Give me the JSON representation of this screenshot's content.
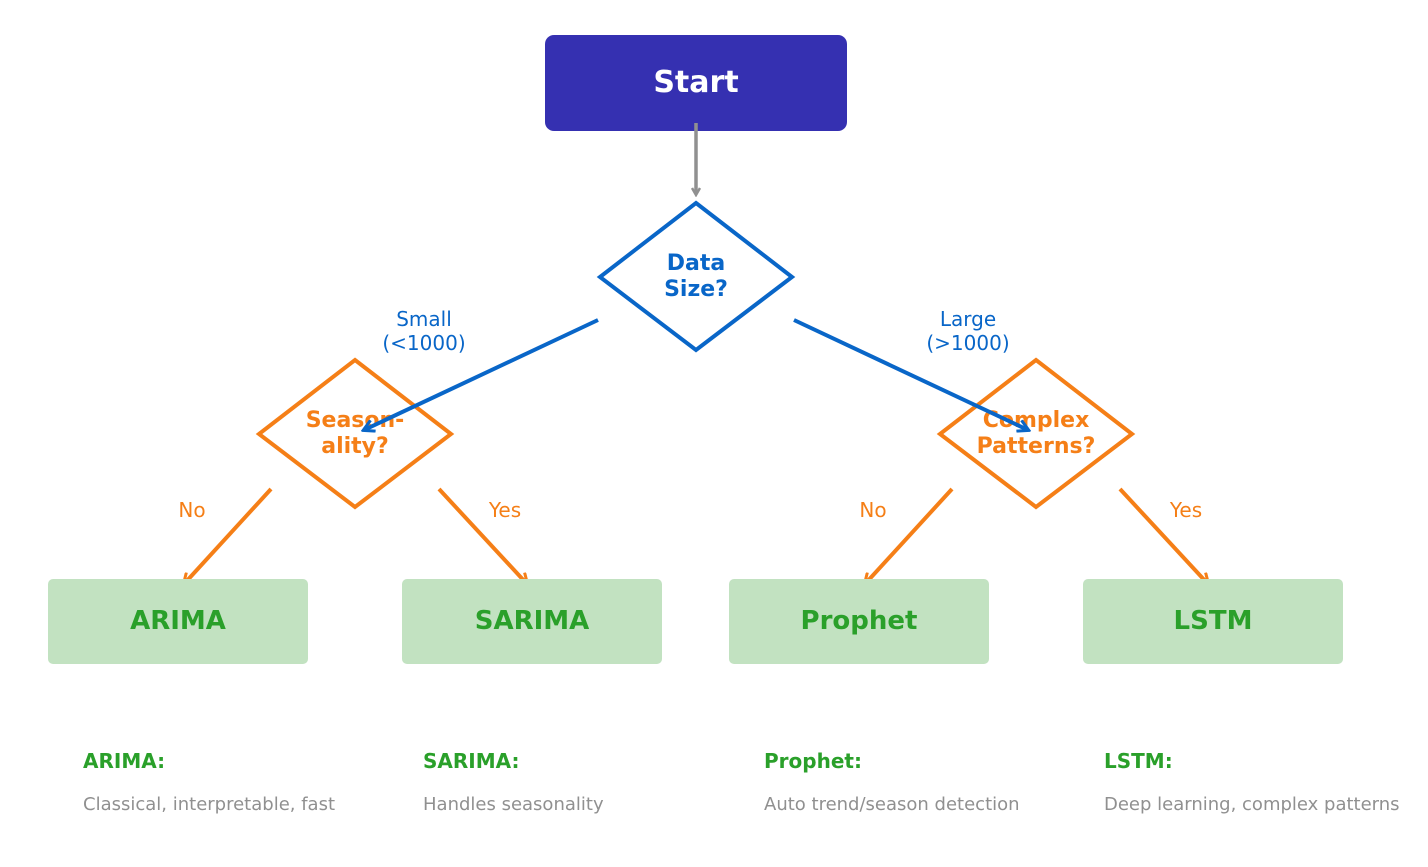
{
  "colors": {
    "start_fill": "#3530b1",
    "start_text": "#ffffff",
    "blue": "#0966c8",
    "orange": "#f57f17",
    "green_text": "#2aa02a",
    "green_fill": "#c2e2c1",
    "gray": "#909090"
  },
  "nodes": {
    "start": "Start",
    "data_size": [
      "Data",
      "Size?"
    ],
    "seasonality": [
      "Season-",
      "ality?"
    ],
    "complex": [
      "Complex",
      "Patterns?"
    ],
    "arima": "ARIMA",
    "sarima": "SARIMA",
    "prophet": "Prophet",
    "lstm": "LSTM"
  },
  "edges": {
    "small": [
      "Small",
      "(<1000)"
    ],
    "large": [
      "Large",
      "(>1000)"
    ],
    "season_no": "No",
    "season_yes": "Yes",
    "complex_no": "No",
    "complex_yes": "Yes"
  },
  "descriptions": [
    {
      "title": "ARIMA:",
      "text": "Classical, interpretable, fast"
    },
    {
      "title": "SARIMA:",
      "text": "Handles seasonality"
    },
    {
      "title": "Prophet:",
      "text": "Auto trend/season detection"
    },
    {
      "title": "LSTM:",
      "text": "Deep learning, complex patterns"
    }
  ]
}
